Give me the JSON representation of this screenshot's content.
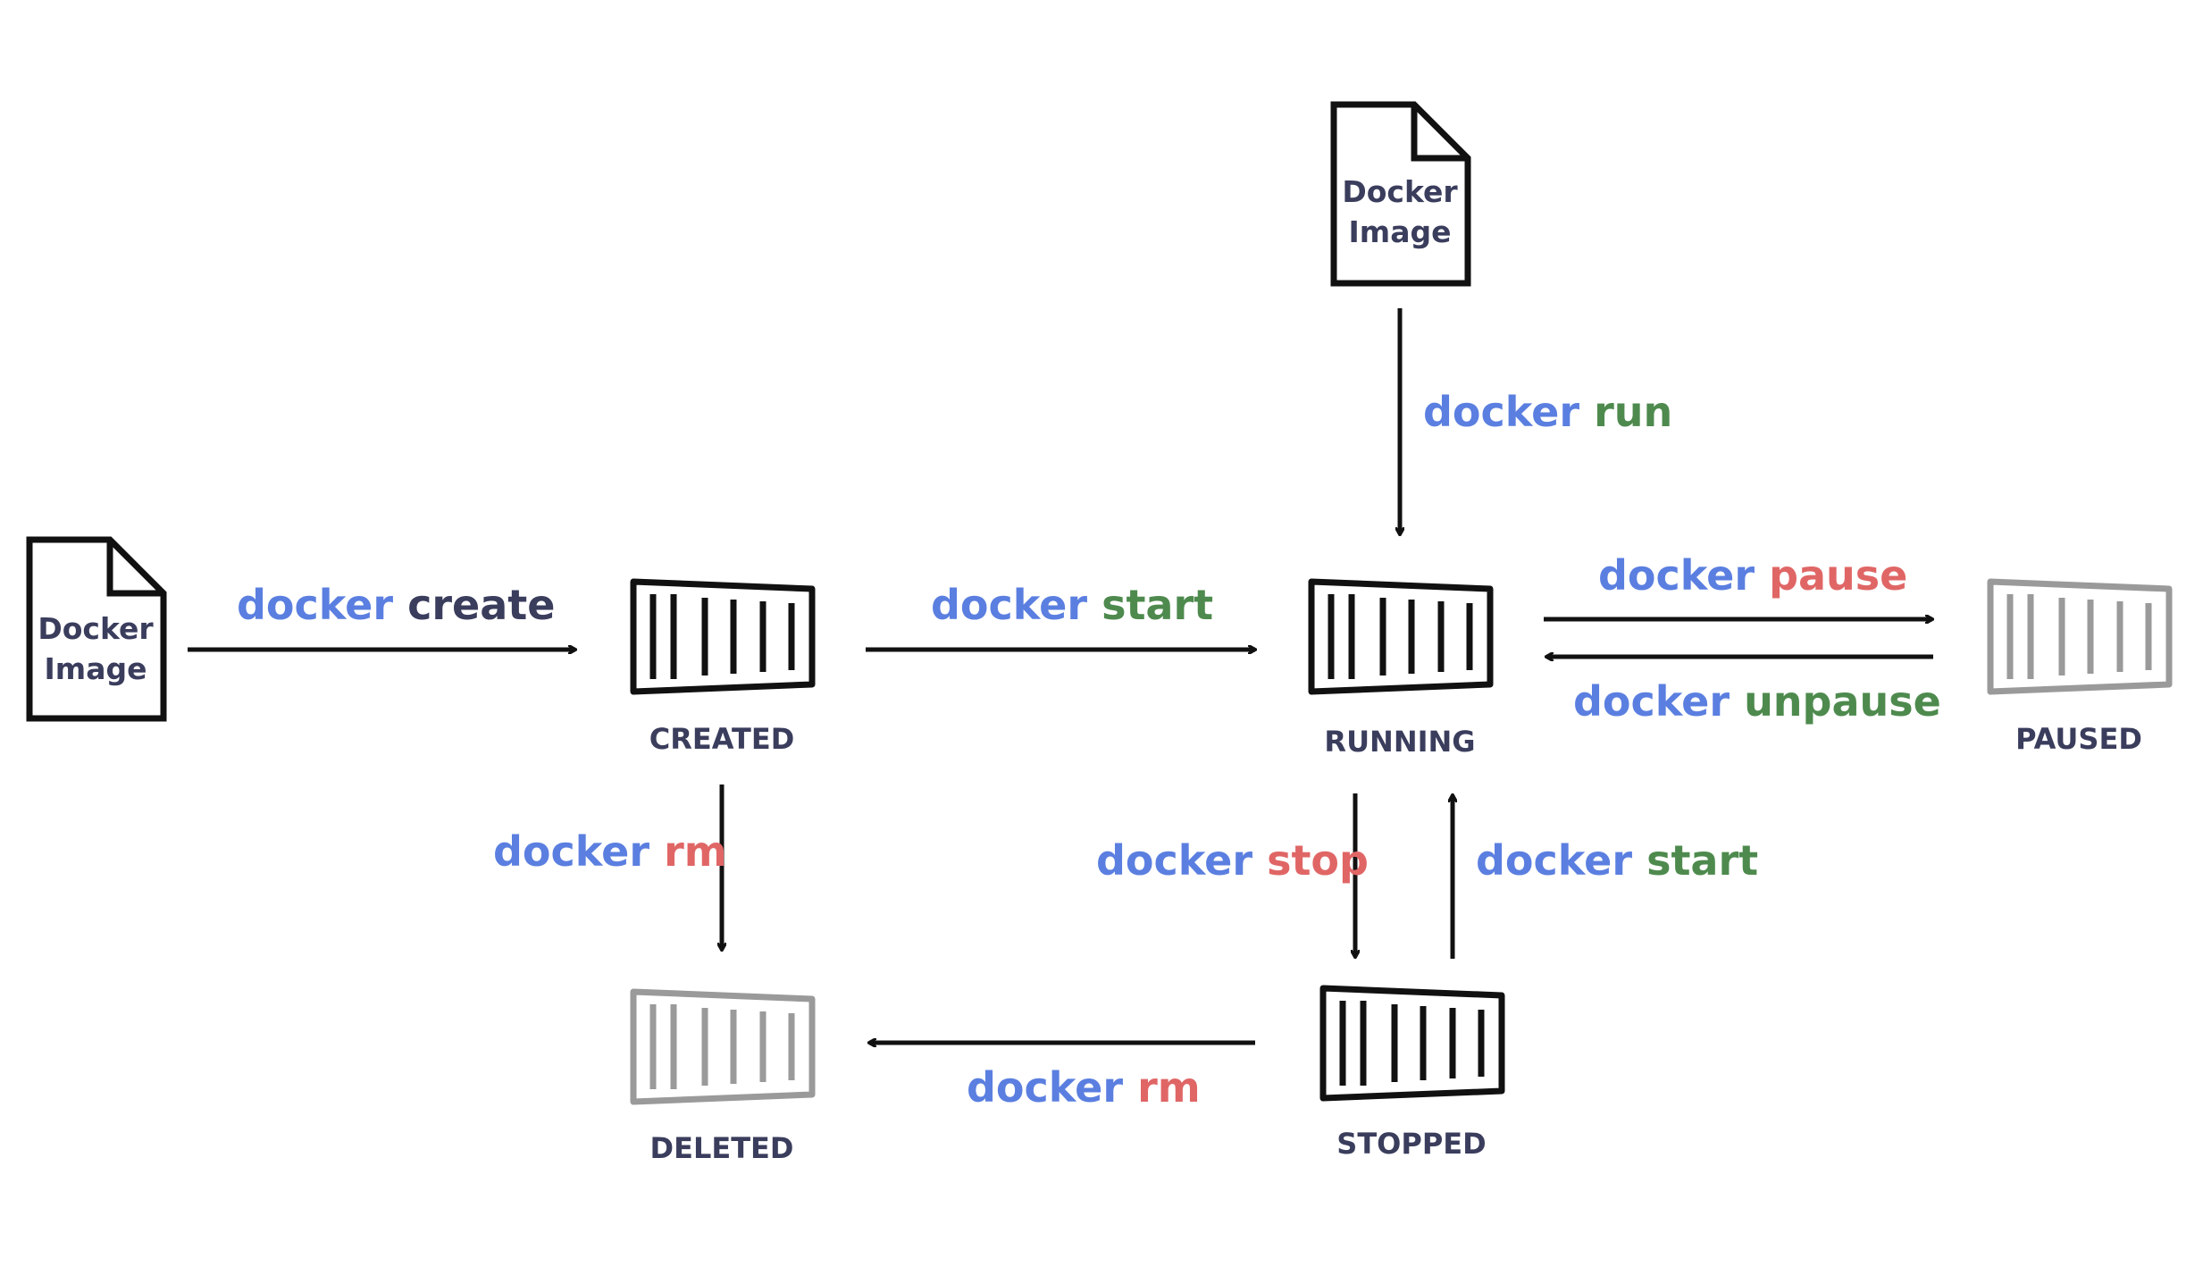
{
  "colors": {
    "docker": "#5b7fe0",
    "create": "#3a3d5c",
    "start": "#4e8a4e",
    "run": "#4e8a4e",
    "unpause": "#4e8a4e",
    "stop": "#e06666",
    "pause": "#e06666",
    "rm": "#e06666",
    "active": "#111111",
    "inactive": "#9a9a9a",
    "label": "#3a3d5c"
  },
  "images": {
    "left": {
      "line1": "Docker",
      "line2": "Image"
    },
    "top": {
      "line1": "Docker",
      "line2": "Image"
    }
  },
  "states": {
    "created": "CREATED",
    "running": "RUNNING",
    "paused": "PAUSED",
    "stopped": "STOPPED",
    "deleted": "DELETED"
  },
  "commands": {
    "create": {
      "prefix": "docker",
      "verb": "create"
    },
    "start": {
      "prefix": "docker",
      "verb": "start"
    },
    "run": {
      "prefix": "docker",
      "verb": "run"
    },
    "pause": {
      "prefix": "docker",
      "verb": "pause"
    },
    "unpause": {
      "prefix": "docker",
      "verb": "unpause"
    },
    "rm_created": {
      "prefix": "docker",
      "verb": "rm"
    },
    "stop": {
      "prefix": "docker",
      "verb": "stop"
    },
    "restart": {
      "prefix": "docker",
      "verb": "start"
    },
    "rm_stopped": {
      "prefix": "docker",
      "verb": "rm"
    }
  }
}
